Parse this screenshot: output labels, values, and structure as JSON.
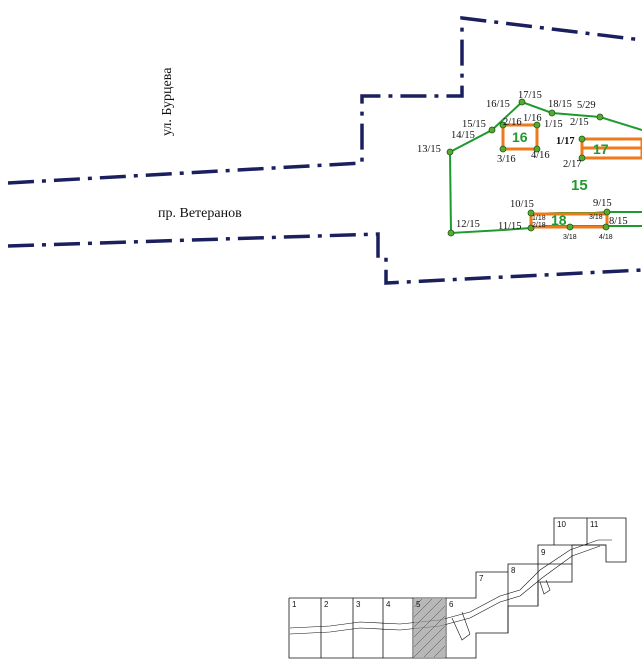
{
  "streets": {
    "burtseva": "ул. Бурцева",
    "veteranov": "пр. Ветеранов"
  },
  "parcels": {
    "p15": "15",
    "p16": "16",
    "p17": "17",
    "p18": "18"
  },
  "points": {
    "p16_15": "16/15",
    "p17_15": "17/15",
    "p18_15": "18/15",
    "p5_29": "5/29",
    "p15_15": "15/15",
    "p2_16": "2/16",
    "p1_16": "1/16",
    "p1_15": "1/15",
    "p2_15": "2/15",
    "p14_15": "14/15",
    "p13_15": "13/15",
    "p3_16": "3/16",
    "p4_16": "4/16",
    "p1_17": "1/17",
    "p2_17": "2/17",
    "p10_15": "10/15",
    "p9_15": "9/15",
    "p11_15": "11/15",
    "p1_18": "1/18",
    "p2_18": "2/18",
    "p3_18a": "3/18",
    "p8_15": "8/15",
    "p12_15": "12/15",
    "p3_18b": "3/18",
    "p4_18": "4/18"
  },
  "index_sheets": [
    "1",
    "2",
    "3",
    "4",
    "5",
    "6",
    "7",
    "8",
    "9",
    "10",
    "11"
  ],
  "colors": {
    "boundary": "#1a1f5e",
    "parcel_green": "#1f9a2e",
    "parcel_orange": "#f07a1a",
    "point_fill": "#5aa832"
  }
}
